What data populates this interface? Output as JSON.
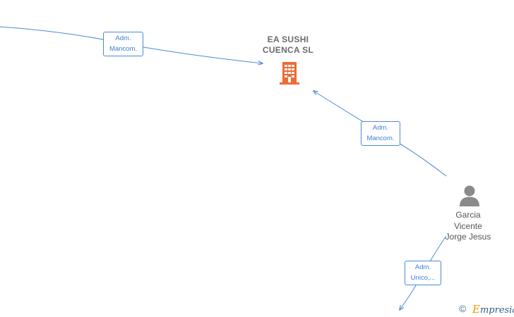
{
  "company": {
    "name_line1": "EA SUSHI",
    "name_line2": "CUENCA  SL"
  },
  "person": {
    "name_line1": "Garcia",
    "name_line2": "Vicente",
    "name_line3": "Jorge Jesus"
  },
  "edges": [
    {
      "line1": "Adm.",
      "line2": "Mancom."
    },
    {
      "line1": "Adm.",
      "line2": "Mancom."
    },
    {
      "line1": "Adm.",
      "line2": "Unico,..."
    }
  ],
  "footer": {
    "copyright_symbol": "©",
    "brand_first": "E",
    "brand_rest": "mpresia"
  },
  "colors": {
    "edge": "#4a8ad8",
    "building": "#f06a35",
    "person": "#8a8a8a"
  },
  "icons": {
    "company": "building-icon",
    "person": "person-icon"
  }
}
